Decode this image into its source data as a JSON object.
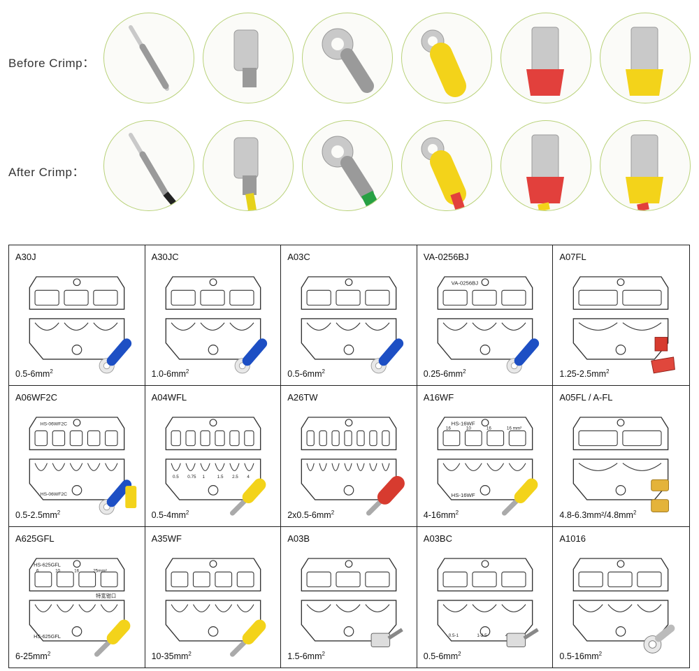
{
  "rows": [
    {
      "label": "Before Crimp：",
      "images": [
        {
          "icon": "pin-terminal-icon",
          "accent": "#c8c8c8"
        },
        {
          "icon": "female-spade-terminal-icon",
          "accent": "#c8c8c8"
        },
        {
          "icon": "ring-terminal-icon",
          "accent": "#c8c8c8"
        },
        {
          "icon": "insulated-ring-terminal-icon",
          "accent": "#f3d31a"
        },
        {
          "icon": "ferrule-icon",
          "accent": "#e2403c"
        },
        {
          "icon": "ferrule-icon",
          "accent": "#f3d31a"
        }
      ]
    },
    {
      "label": "After Crimp：",
      "images": [
        {
          "icon": "crimped-pin-icon",
          "accent": "#222222",
          "wire": "#222222"
        },
        {
          "icon": "crimped-spade-icon",
          "accent": "#c8c8c8",
          "wire": "#e6d21a"
        },
        {
          "icon": "crimped-ring-icon",
          "accent": "#c8c8c8",
          "wire": "#27a043"
        },
        {
          "icon": "crimped-insulated-ring-icon",
          "accent": "#f3d31a",
          "wire": "#e2403c"
        },
        {
          "icon": "crimped-ferrule-icon",
          "accent": "#e2403c",
          "wire": "#f3d31a"
        },
        {
          "icon": "crimped-ferrule-icon",
          "accent": "#f3d31a",
          "wire": "#e2403c"
        }
      ]
    }
  ],
  "dies": [
    {
      "code": "A30J",
      "range": "0.5-6mm",
      "die": "die-jaw-icon",
      "terminal": "blue-ring-terminal-icon"
    },
    {
      "code": "A30JC",
      "range": "1.0-6mm",
      "die": "die-jaw-icon",
      "terminal": "blue-ring-terminal-icon"
    },
    {
      "code": "A03C",
      "range": "0.5-6mm",
      "die": "die-jaw-icon",
      "terminal": "blue-ring-terminal-icon"
    },
    {
      "code": "VA-0256BJ",
      "range": "0.25-6mm",
      "die": "die-jaw-icon",
      "terminal": "blue-ring-terminal-icon"
    },
    {
      "code": "A07FL",
      "range": "1.25-2.5mm",
      "die": "die-jaw-icon",
      "terminal": "red-spade-terminal-icon"
    },
    {
      "code": "A06WF2C",
      "range": "0.5-2.5mm",
      "die": "die-jaw-icon",
      "terminal": "blue-ring-and-ferrule-icon"
    },
    {
      "code": "A04WFL",
      "range": "0.5-4mm",
      "die": "die-jaw-icon",
      "terminal": "yellow-ferrule-icon"
    },
    {
      "code": "A26TW",
      "range": "2x0.5-6mm",
      "die": "die-jaw-icon",
      "terminal": "red-twin-ferrule-icon"
    },
    {
      "code": "A16WF",
      "range": "4-16mm",
      "die": "die-jaw-icon",
      "terminal": "yellow-ferrule-icon"
    },
    {
      "code": "A05FL / A-FL",
      "range": "4.8-6.3mm²/4.8mm",
      "die": "die-jaw-icon",
      "terminal": "brass-spade-terminal-icon"
    },
    {
      "code": "A625GFL",
      "range": "6-25mm",
      "die": "die-jaw-icon",
      "terminal": "yellow-ferrule-icon"
    },
    {
      "code": "A35WF",
      "range": "10-35mm",
      "die": "die-jaw-icon",
      "terminal": "yellow-ferrule-icon"
    },
    {
      "code": "A03B",
      "range": "1.5-6mm",
      "die": "die-jaw-icon",
      "terminal": "open-barrel-terminal-icon"
    },
    {
      "code": "A03BC",
      "range": "0.5-6mm",
      "die": "die-jaw-icon",
      "terminal": "open-barrel-terminal-icon"
    },
    {
      "code": "A1016",
      "range": "0.5-16mm",
      "die": "die-jaw-icon",
      "terminal": "bare-ring-terminal-icon"
    }
  ],
  "die_labels": {
    "va0256bj": "VA-0256BJ",
    "a06wf2c_top": "HS-06WF2C",
    "a06wf2c_bottom": "HS-06WF2C",
    "a16wf_top": "HS-16WF",
    "a16wf_bottom": "HS-16WF",
    "a16wf_sizes": [
      "16",
      "10",
      "16",
      "16 mm²"
    ],
    "a625gfl_top": "HS-625GFL",
    "a625gfl_bottom": "HS-625GFL",
    "a625gfl_sizes": [
      "6",
      "10",
      "16",
      "25mm²"
    ],
    "a625gfl_note": "特宽钳口",
    "a03bc_sizes": [
      "0.5-1",
      "1-2.5",
      "4-6"
    ],
    "a04wfl_sizes": [
      "0.5",
      "0.75",
      "1",
      "1.5",
      "2.5",
      "4"
    ]
  },
  "unit_sup": "2"
}
